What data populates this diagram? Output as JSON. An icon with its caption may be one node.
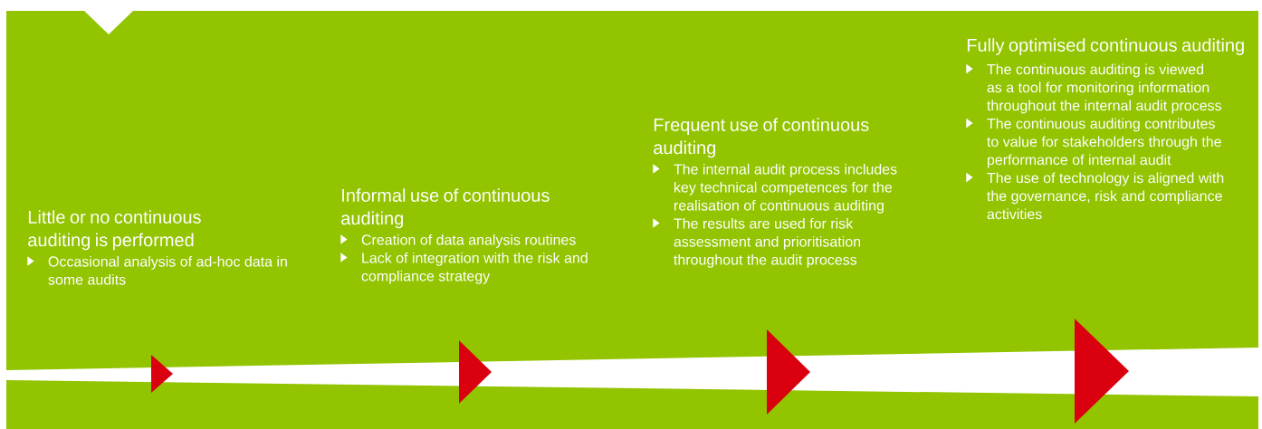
{
  "diagram": {
    "nodes": [
      {
        "text": [
          "Little or no continuous auditing is performed",
          "Occasional analysis of ad-hoc data in some audits"
        ]
      },
      {
        "text": [
          "Informal use of continuous auditing",
          "Creation of data analysis routines",
          "Lack of integration with the risk and compliance strategy"
        ]
      },
      {
        "text": [
          "Frequent use of continuous auditing",
          "The internal audit process includes key technical competences for the realisation of continuous auditing",
          "The results are used for risk assessment and prioritisation throughout the audit process"
        ]
      },
      {
        "text": [
          "Fully optimised continuous auditing",
          "The continuous auditing is viewed as a tool for monitoring information throughout the internal audit process",
          "The continuous auditing contributes to value for stakeholders through the performance of internal audit",
          "The use of technology is aligned with the governance, risk and compliance activities"
        ]
      }
    ]
  }
}
